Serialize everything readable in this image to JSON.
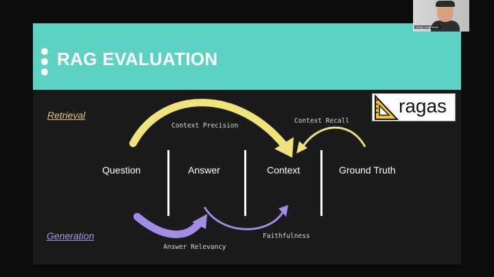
{
  "slide": {
    "title": "RAG EVALUATION",
    "logo_text": "ragas",
    "sections": {
      "retrieval": "Retrieval",
      "generation": "Generation"
    },
    "terms": {
      "question": "Question",
      "answer": "Answer",
      "context": "Context",
      "ground_truth": "Ground Truth"
    },
    "metrics": {
      "context_precision": "Context Precision",
      "context_recall": "Context Recall",
      "answer_relevancy": "Answer Relevancy",
      "faithfulness": "Faithfulness"
    }
  },
  "webcam": {
    "name": "Greg Loughnane"
  },
  "colors": {
    "banner": "#5dd1c4",
    "retrieval_arrow": "#f2e27a",
    "generation_arrow": "#a58be8",
    "slide_bg": "#1b1b1b"
  }
}
